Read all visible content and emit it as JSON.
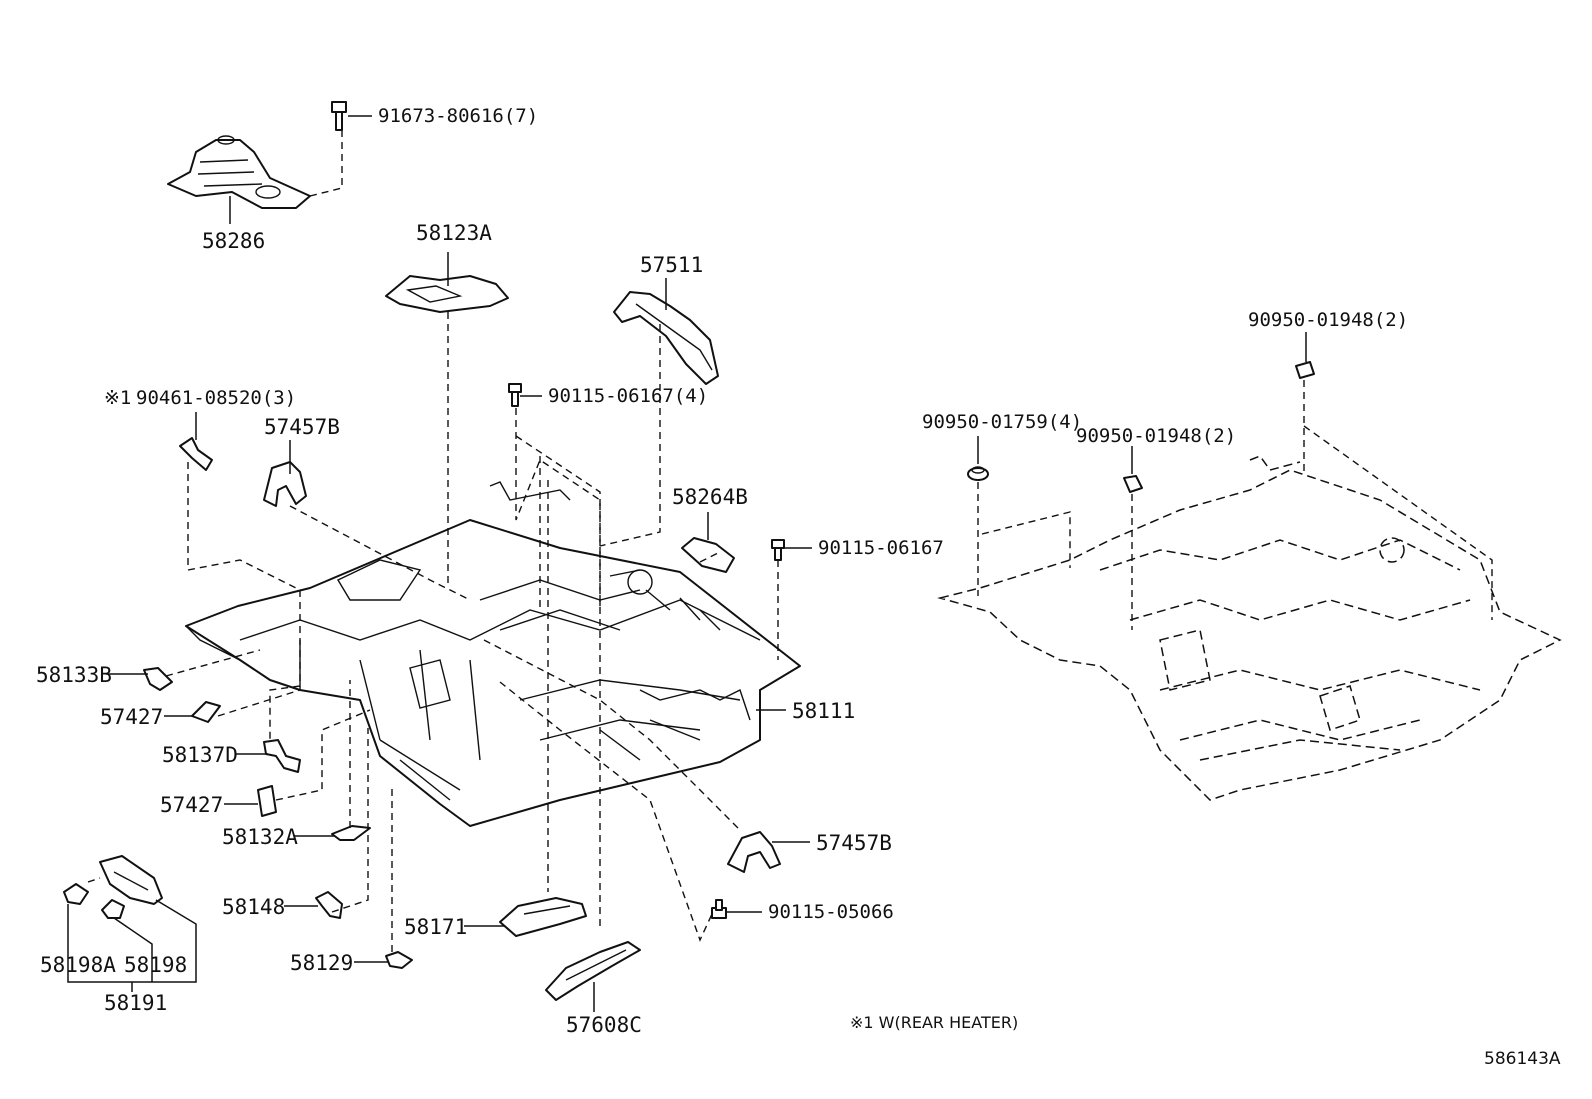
{
  "labels": {
    "bolt_top": "91673-80616(7)",
    "boot": "58286",
    "heat_insulator": "58123A",
    "crossmember_upper": "57511",
    "rear_heater_clip": "90461-08520(3)",
    "rear_heater_mark": "※1",
    "bolt_center": "90115-06167(4)",
    "bracket_left_upper": "57457B",
    "pad_right": "58264B",
    "bolt_right": "90115-06167",
    "plug_a": "58133B",
    "seal_a": "57427",
    "bracket_d": "58137D",
    "seal_b": "57427",
    "bracket_a": "58132A",
    "bracket_148": "58148",
    "clip_129": "58129",
    "floor_pan": "58111",
    "bracket_right_lower": "57457B",
    "bolt_lower": "90115-05066",
    "reinforcement": "58171",
    "crossmember_lower": "57608C",
    "grommet_a": "58198A",
    "grommet_b": "58198",
    "grommet_set": "58191",
    "plug_1759": "90950-01759(4)",
    "plug_1948_a": "90950-01948(2)",
    "plug_1948_b": "90950-01948(2)"
  },
  "footnote": "※1 W(REAR HEATER)",
  "diagram_id": "586143A"
}
